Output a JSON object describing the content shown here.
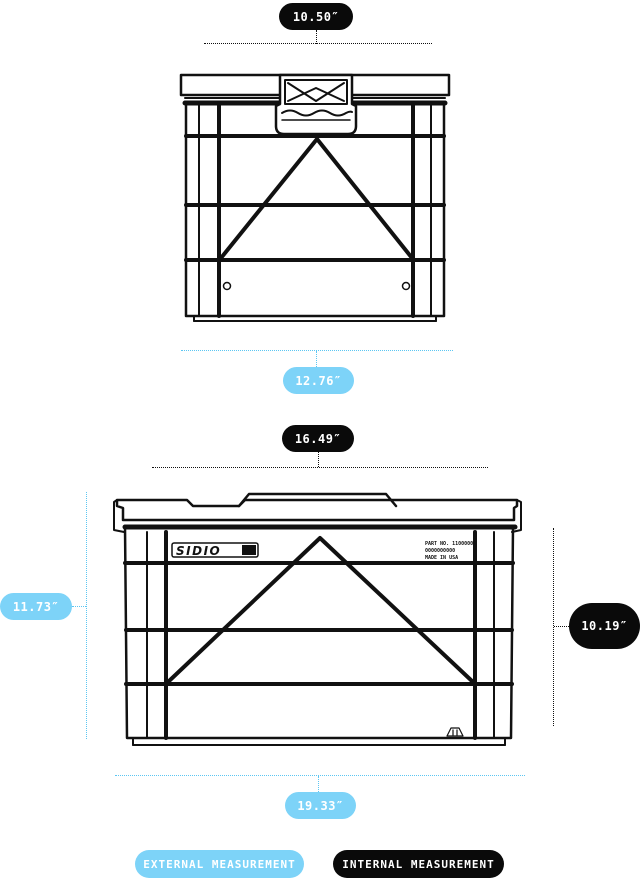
{
  "top_view": {
    "internal_width": "10.50″",
    "external_width": "12.76″"
  },
  "side_view": {
    "internal_width": "16.49″",
    "external_width": "19.33″",
    "external_height": "11.73″",
    "internal_height": "10.19″",
    "brand_logo": "SIDIO",
    "label_lines": [
      "PART NO. 1100000",
      "0000000000",
      "MADE IN USA"
    ]
  },
  "legend": {
    "external_label": "EXTERNAL MEASUREMENT",
    "internal_label": "INTERNAL MEASUREMENT"
  },
  "colors": {
    "internal": "#0a0a0a",
    "external": "#7dd3f8"
  }
}
